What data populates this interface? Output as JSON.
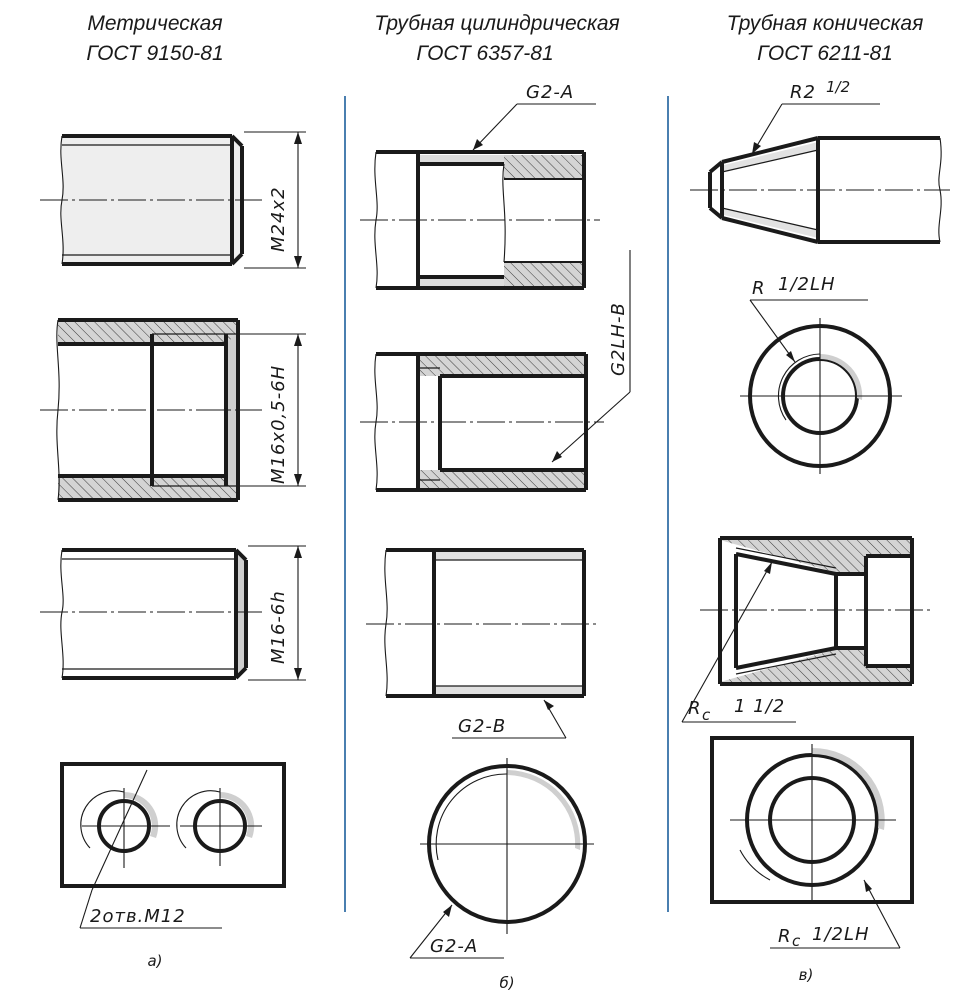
{
  "columns": [
    {
      "title": "Метрическая",
      "standard": "ГОСТ 9150-81",
      "caption": "а)"
    },
    {
      "title": "Трубная цилиндрическая",
      "standard": "ГОСТ 6357-81",
      "caption": "б)"
    },
    {
      "title": "Трубная коническая",
      "standard": "ГОСТ 6211-81",
      "caption": "в)"
    }
  ],
  "labels": {
    "m24": "M24x2",
    "m16h": "M16x0,5-6H",
    "m16e": "M16-6h",
    "holes": "2отв.M12",
    "g2a_top": "G2-A",
    "g2lhb": "G2LH-B",
    "g2b": "G2-B",
    "g2a_bottom": "G2-A",
    "r2_base": "R2",
    "r2_frac": "1/2",
    "r12lh_base": "R",
    "r12lh_frac": "1/2LH",
    "rc_base": "R",
    "rc_sub": "c",
    "rc_frac": "1 1/2",
    "rc2_base": "R",
    "rc2_sub": "c",
    "rc2_frac": "1/2LH"
  },
  "colors": {
    "line": "#1a1a1a",
    "separator": "#4a7fb0",
    "shade": "#cfcfcf"
  }
}
